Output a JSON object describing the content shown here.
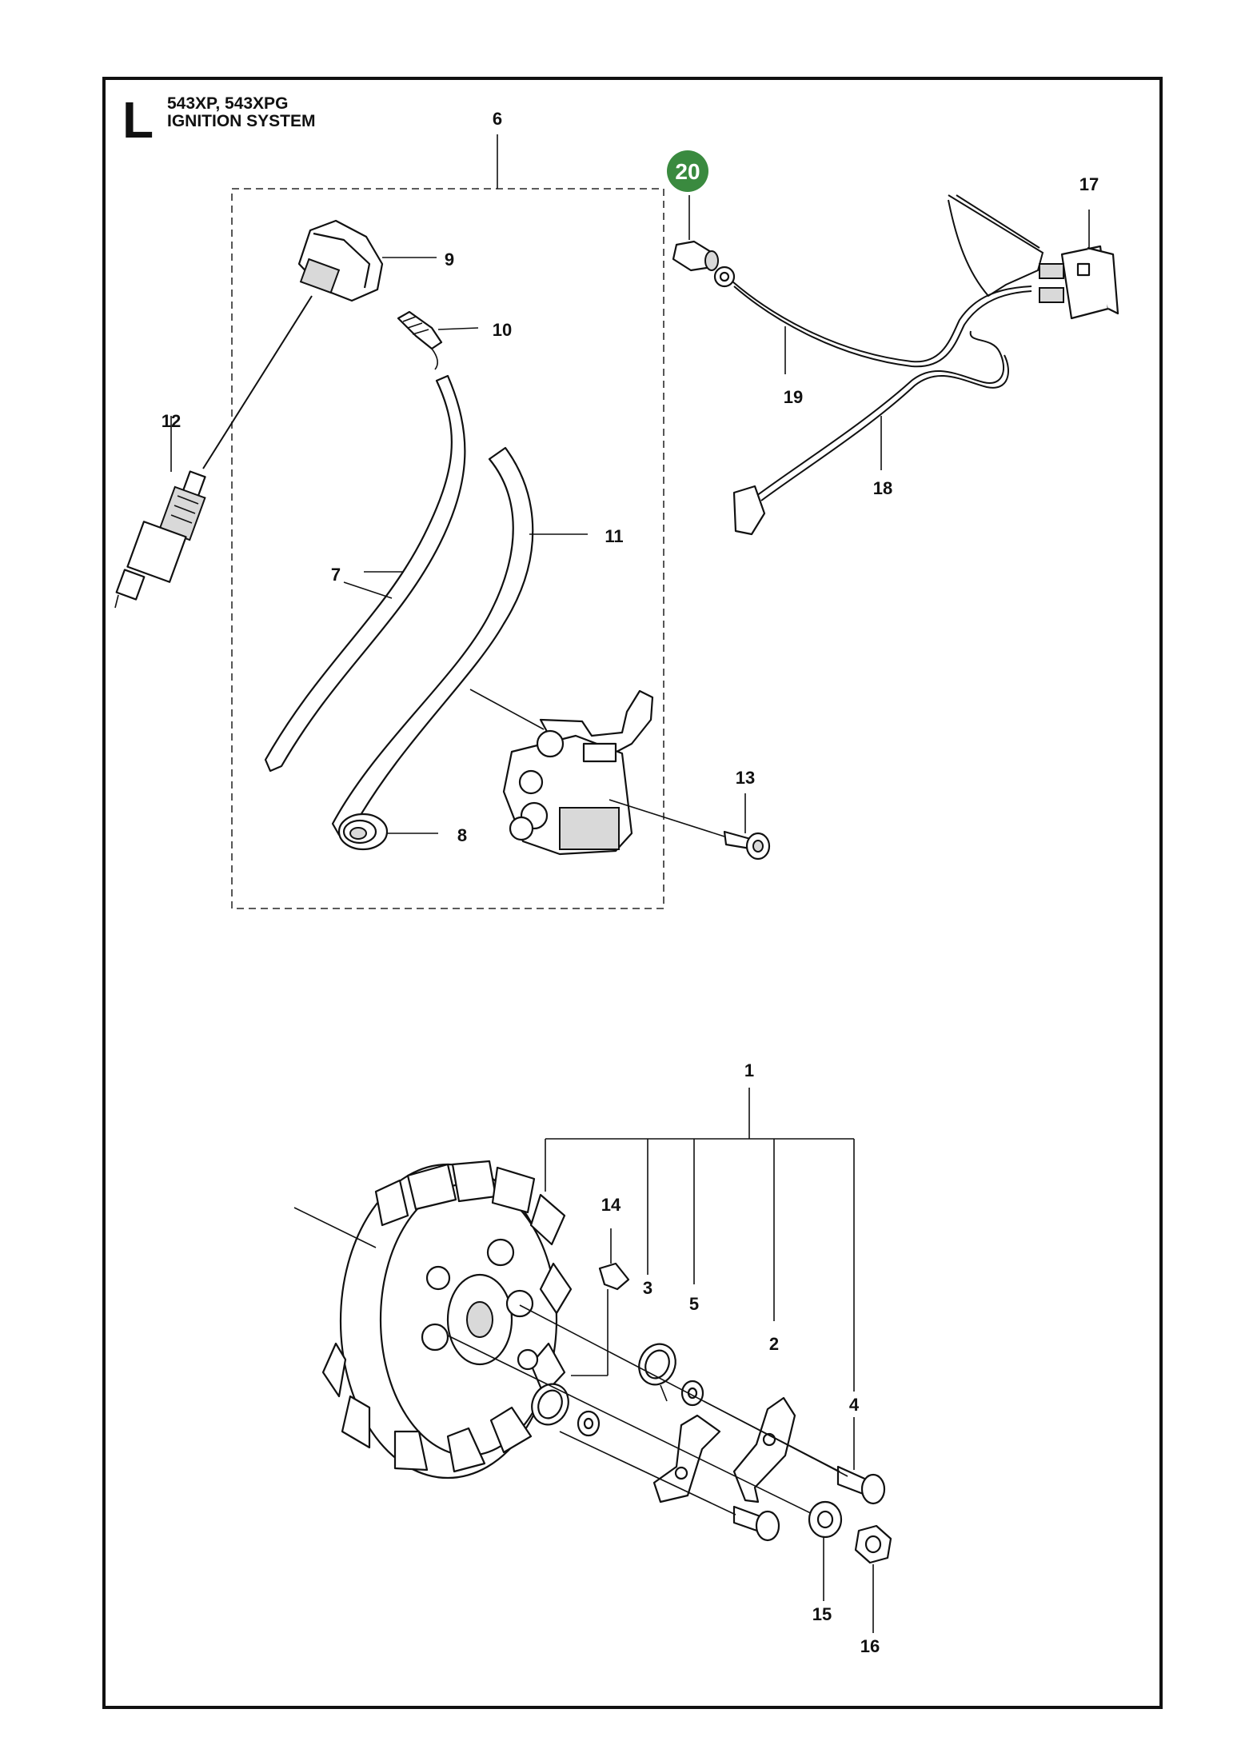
{
  "header": {
    "section_letter": "L",
    "models": "543XP, 543XPG",
    "system_title": "IGNITION SYSTEM"
  },
  "highlight": {
    "badge_number": "20",
    "badge_color": "#3a8a3f"
  },
  "callouts": {
    "p1": "1",
    "p2": "2",
    "p3": "3",
    "p4": "4",
    "p5": "5",
    "p6": "6",
    "p7": "7",
    "p8": "8",
    "p9": "9",
    "p10": "10",
    "p11": "11",
    "p12": "12",
    "p13": "13",
    "p14": "14",
    "p15": "15",
    "p16": "16",
    "p17": "17",
    "p18": "18",
    "p19": "19"
  }
}
